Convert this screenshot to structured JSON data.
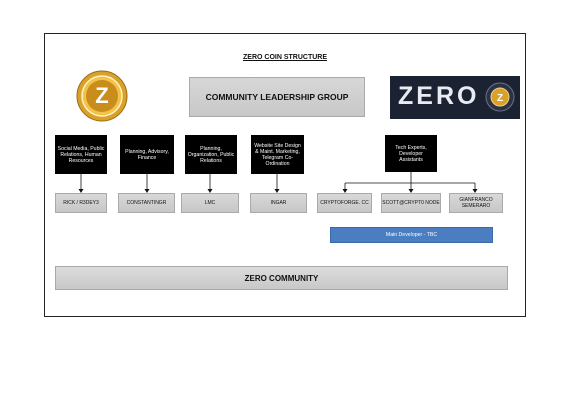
{
  "title": "ZERO COIN STRUCTURE",
  "leadership": "COMMUNITY LEADERSHIP GROUP",
  "logo_text": "ZERO",
  "coin_letter": "Z",
  "roles": [
    "Social Media, Public Relations, Human Resources",
    "Planning, Advisory, Finance",
    "Planning, Organization, Public Relations",
    "Website Site Design & Maint. Marketing, Telegram Co-Ordination",
    "Tech Experts, Developer Assistants"
  ],
  "members": [
    "RICK / R3DEY3",
    "CONSTANTINGR",
    "LMC",
    "INGAR",
    "CRYPTOFORGE. CC",
    "SCOTT@CRYPT0 NODE",
    "GIANFRANCO SEMERARO"
  ],
  "main_developer": "Main Developer - TBC",
  "community": "ZERO COMMUNITY",
  "colors": {
    "coin_gold": "#d9a12a",
    "coin_dark": "#8a5a10",
    "dev_blue": "#4a7ec0",
    "logo_bg": "#1b2232"
  }
}
